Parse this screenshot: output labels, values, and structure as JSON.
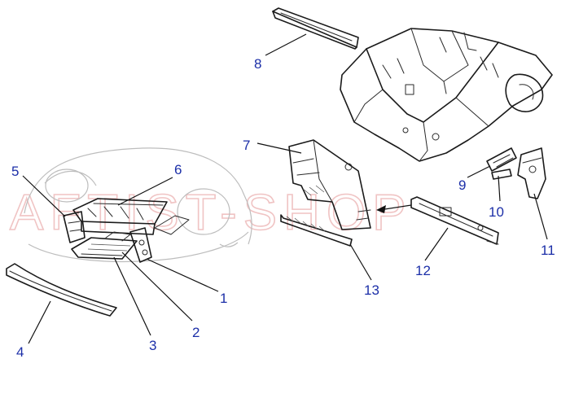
{
  "diagram": {
    "watermark": "AFTIST-SHOP",
    "callouts": [
      "1",
      "2",
      "3",
      "4",
      "5",
      "6",
      "7",
      "8",
      "9",
      "10",
      "11",
      "12",
      "13"
    ]
  }
}
